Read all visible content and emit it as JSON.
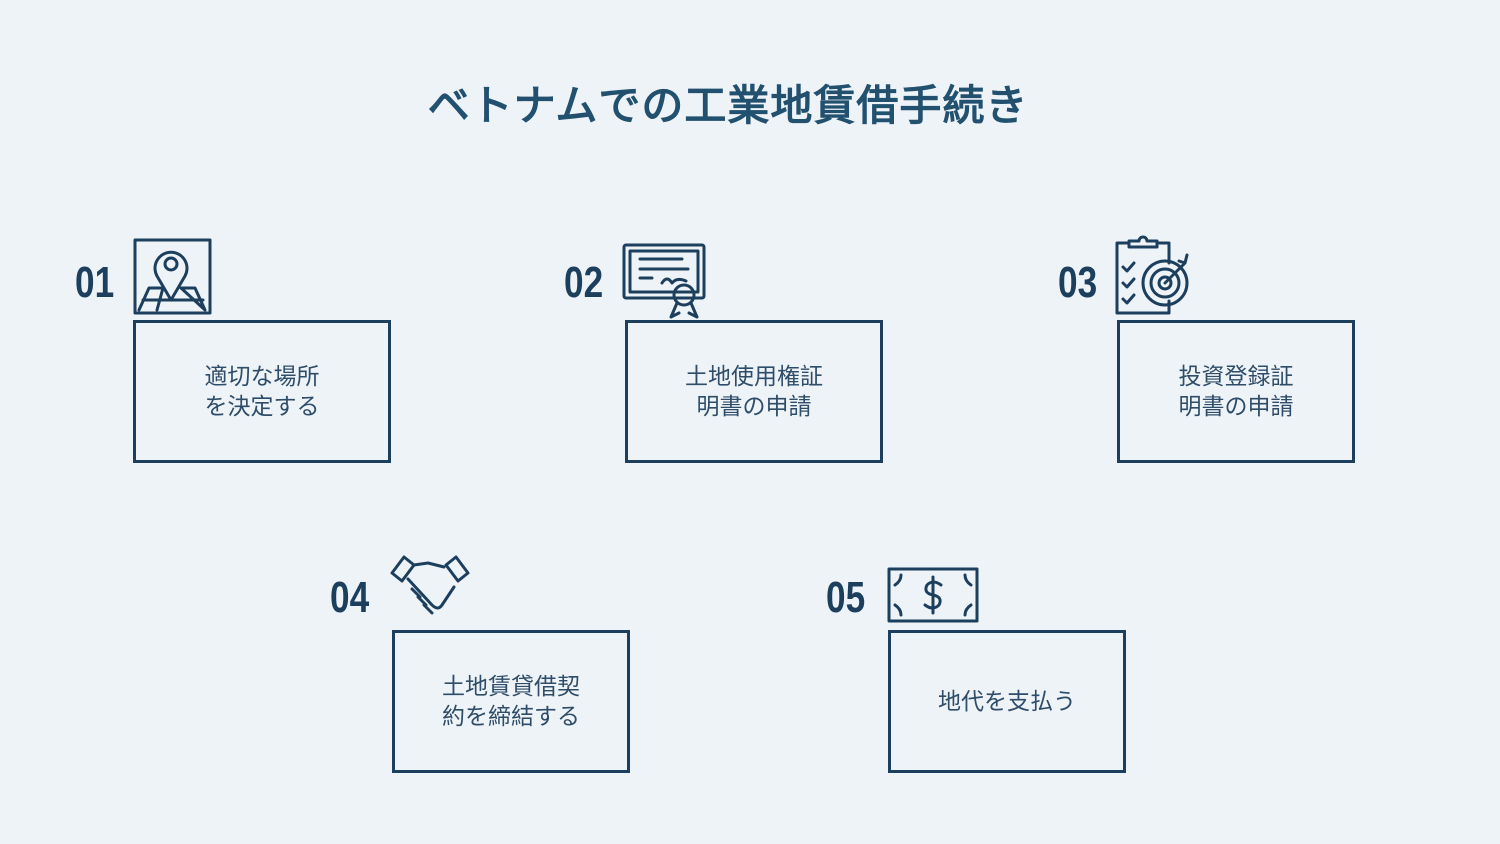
{
  "title": "ベトナムでの工業地賃借手続き",
  "steps": [
    {
      "number": "01",
      "lines": [
        "適切な場所",
        "を決定する"
      ],
      "icon": "map-pin-icon"
    },
    {
      "number": "02",
      "lines": [
        "土地使用権証",
        "明書の申請"
      ],
      "icon": "certificate-icon"
    },
    {
      "number": "03",
      "lines": [
        "投資登録証",
        "明書の申請"
      ],
      "icon": "clipboard-target-icon"
    },
    {
      "number": "04",
      "lines": [
        "土地賃貸借契",
        "約を締結する"
      ],
      "icon": "handshake-icon"
    },
    {
      "number": "05",
      "lines": [
        "地代を支払う"
      ],
      "icon": "dollar-bill-icon"
    }
  ],
  "colors": {
    "primary": "#1d3f5e",
    "background": "#eef3f8"
  }
}
